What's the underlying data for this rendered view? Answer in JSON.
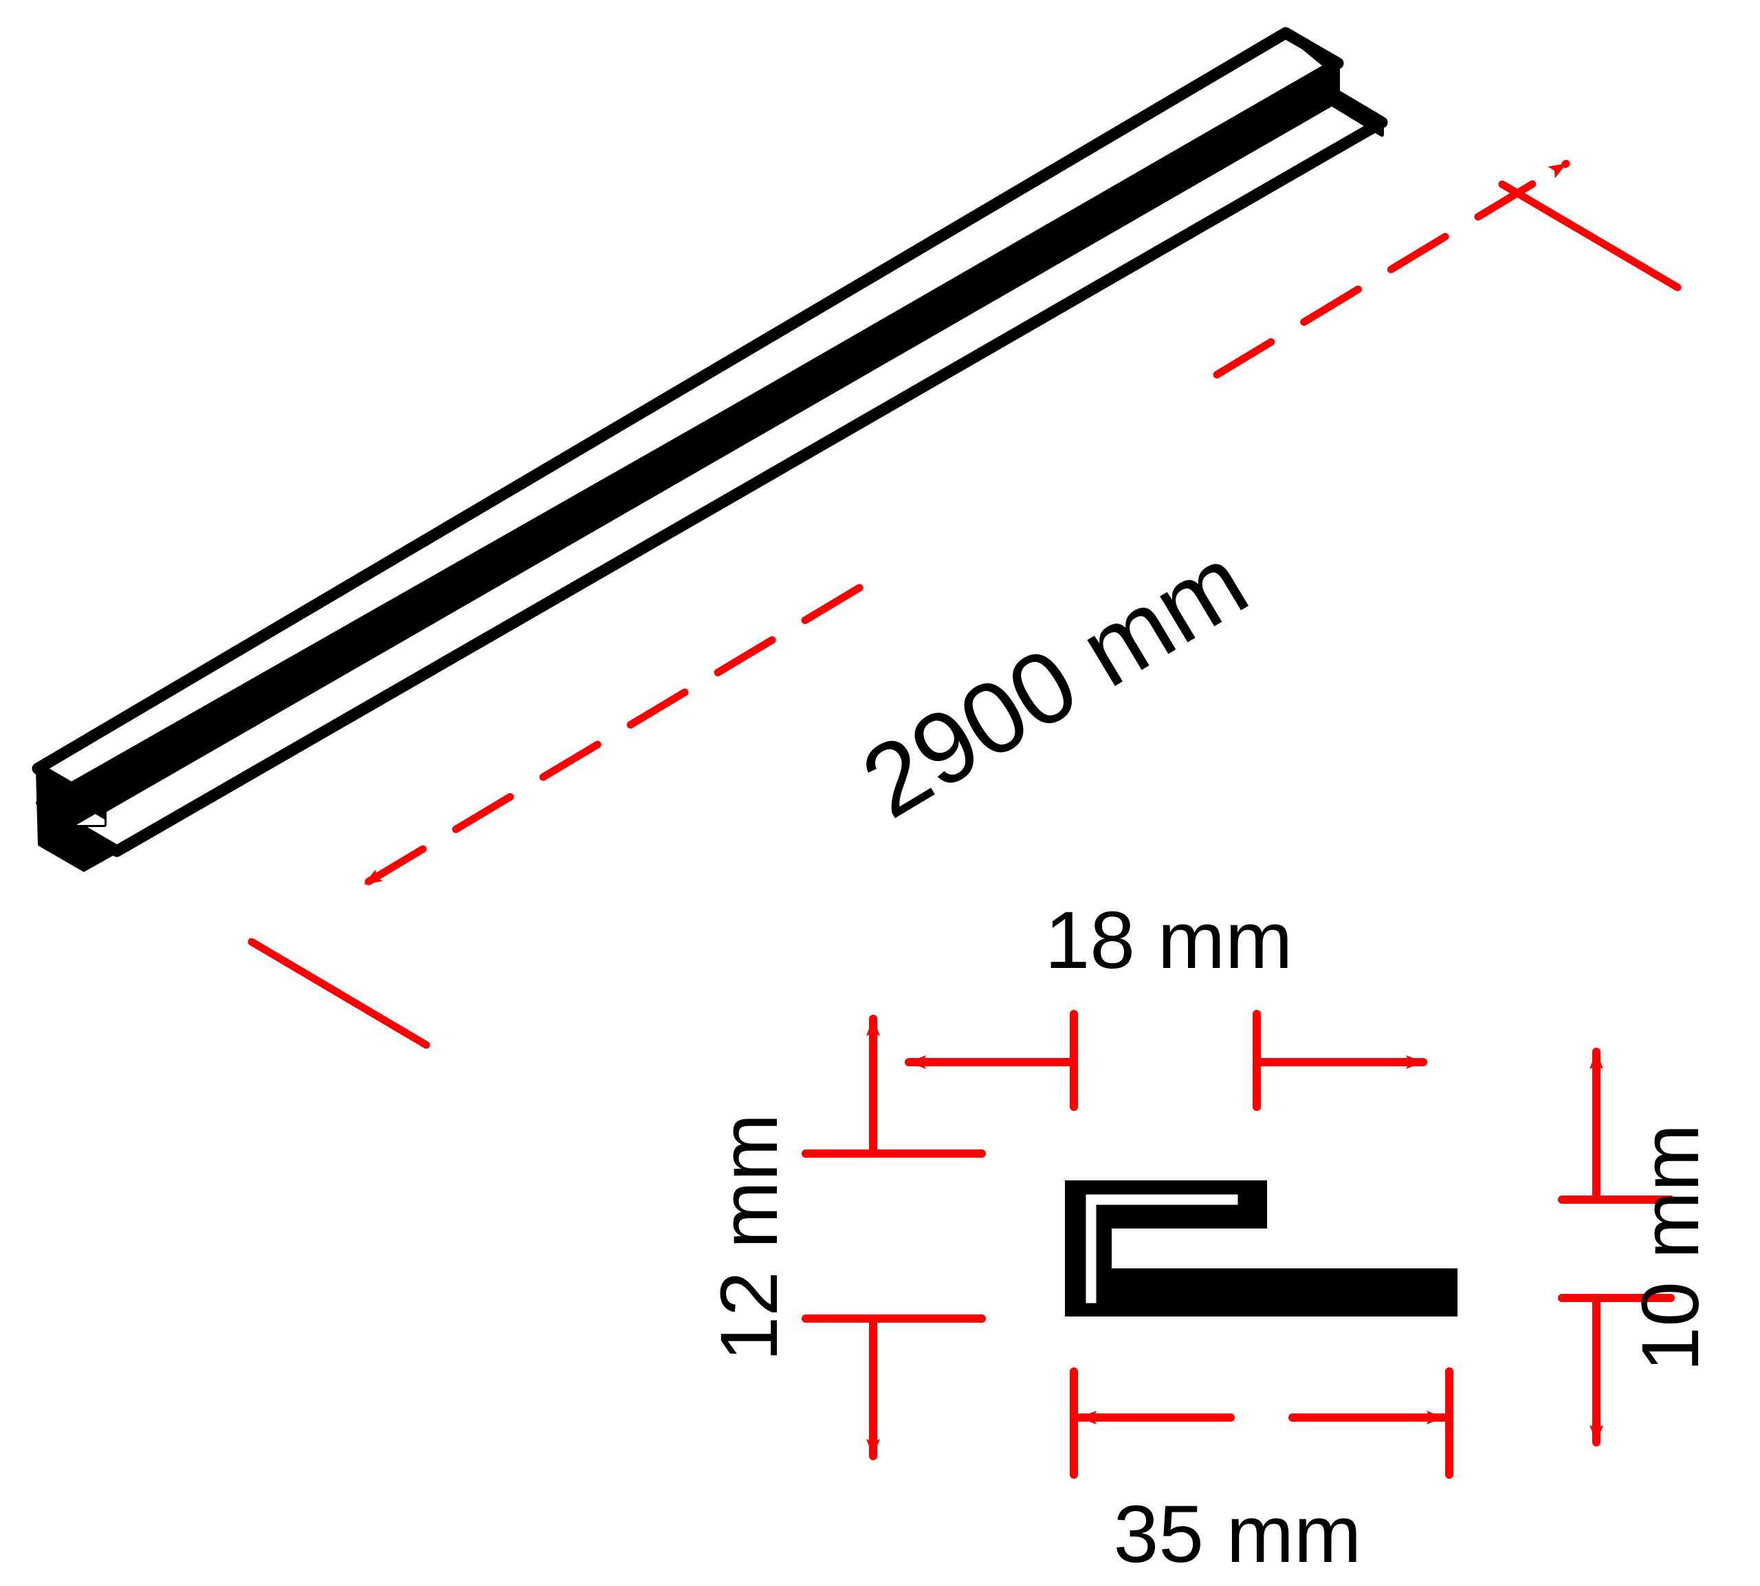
{
  "drawing": {
    "title": "C-channel profile technical drawing",
    "units": "mm",
    "background_color": "#ffffff",
    "dimension_color": "#ff0000",
    "outline_color": "#000000",
    "face_color": "#ffffff"
  },
  "isometric_view": {
    "label": "isometric-extrusion-view",
    "description": "Long C-channel extrusion shown in isometric projection running from lower-left to upper-right"
  },
  "cross_section_view": {
    "label": "cross-section-profile",
    "description": "C-shaped channel cross section with short top flange and long bottom flange"
  },
  "dimensions": {
    "length": {
      "name": "length-dimension",
      "value": "2900 mm",
      "number": 2900,
      "unit": "mm",
      "rotation_deg": -32,
      "style": "dashed-leader-with-arrows"
    },
    "top_flange": {
      "name": "top-flange-dimension",
      "value": "18 mm",
      "number": 18,
      "unit": "mm",
      "rotation_deg": 0,
      "style": "outward-arrows"
    },
    "height": {
      "name": "overall-height-dimension",
      "value": "12 mm",
      "number": 12,
      "unit": "mm",
      "rotation_deg": -90,
      "style": "outward-arrows"
    },
    "inner_height": {
      "name": "inner-height-dimension",
      "value": "10 mm",
      "number": 10,
      "unit": "mm",
      "rotation_deg": -90,
      "style": "outward-arrows"
    },
    "bottom_flange": {
      "name": "bottom-flange-dimension",
      "value": "35 mm",
      "number": 35,
      "unit": "mm",
      "rotation_deg": 0,
      "style": "inward-arrows"
    }
  }
}
